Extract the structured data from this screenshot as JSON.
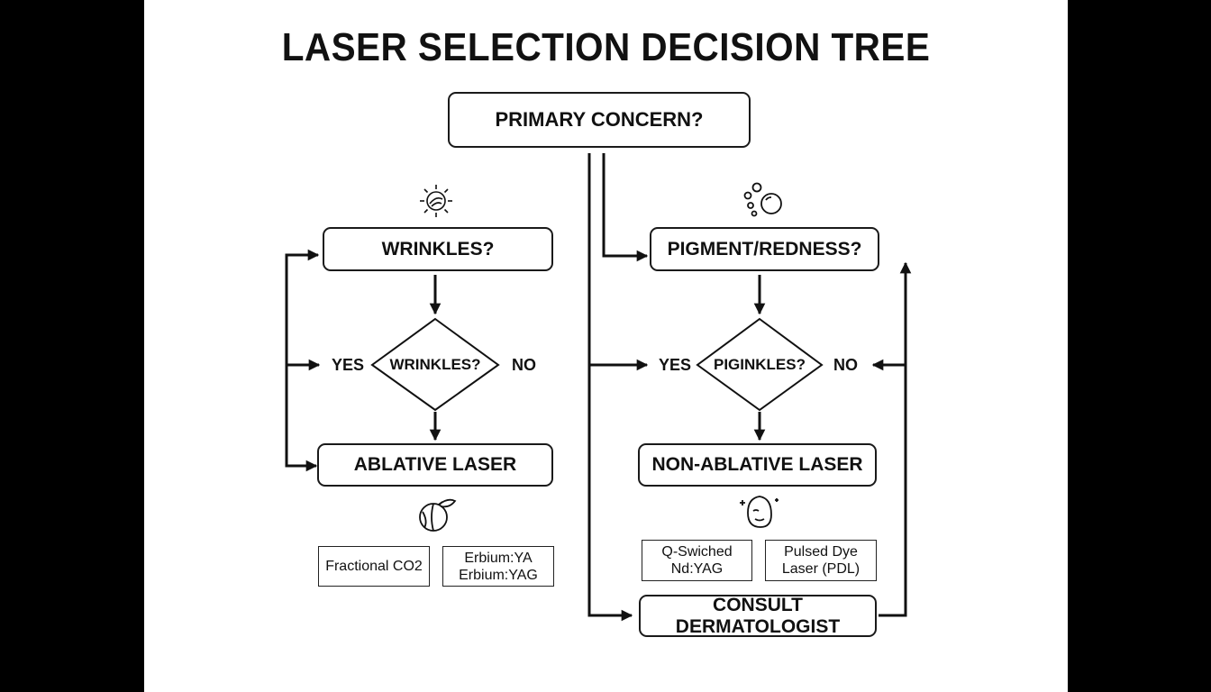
{
  "title": "LASER SELECTION DECISION TREE",
  "nodes": {
    "root": "PRIMARY CONCERN?",
    "wrinkles_q": "WRINKLES?",
    "pigment_q": "PIGMENT/REDNESS?",
    "wrinkles_diamond": "WRINKLES?",
    "pigment_diamond": "PIGINKLES?",
    "ablative": "ABLATIVE LASER",
    "non_ablative": "NON-ABLATIVE LASER",
    "consult": "CONSULT DERMATOLOGIST"
  },
  "branch_labels": {
    "left_yes": "YES",
    "left_no": "NO",
    "right_yes": "YES",
    "right_no": "NO"
  },
  "options": {
    "fractional_co2": "Fractional CO2",
    "erbium_line1": "Erbium:YA",
    "erbium_line2": "Erbium:YAG",
    "qswitched_line1": "Q-Swiched",
    "qswitched_line2": "Nd:YAG",
    "pdl_line1": "Pulsed Dye",
    "pdl_line2": "Laser (PDL)"
  },
  "icons": {
    "wrinkles": "sun-face-icon",
    "pigment": "bubbles-icon",
    "ablative": "peach-icon",
    "non_ablative": "face-sparkle-icon"
  },
  "colors": {
    "background": "#ffffff",
    "ink": "#111111",
    "frame": "#000000"
  }
}
